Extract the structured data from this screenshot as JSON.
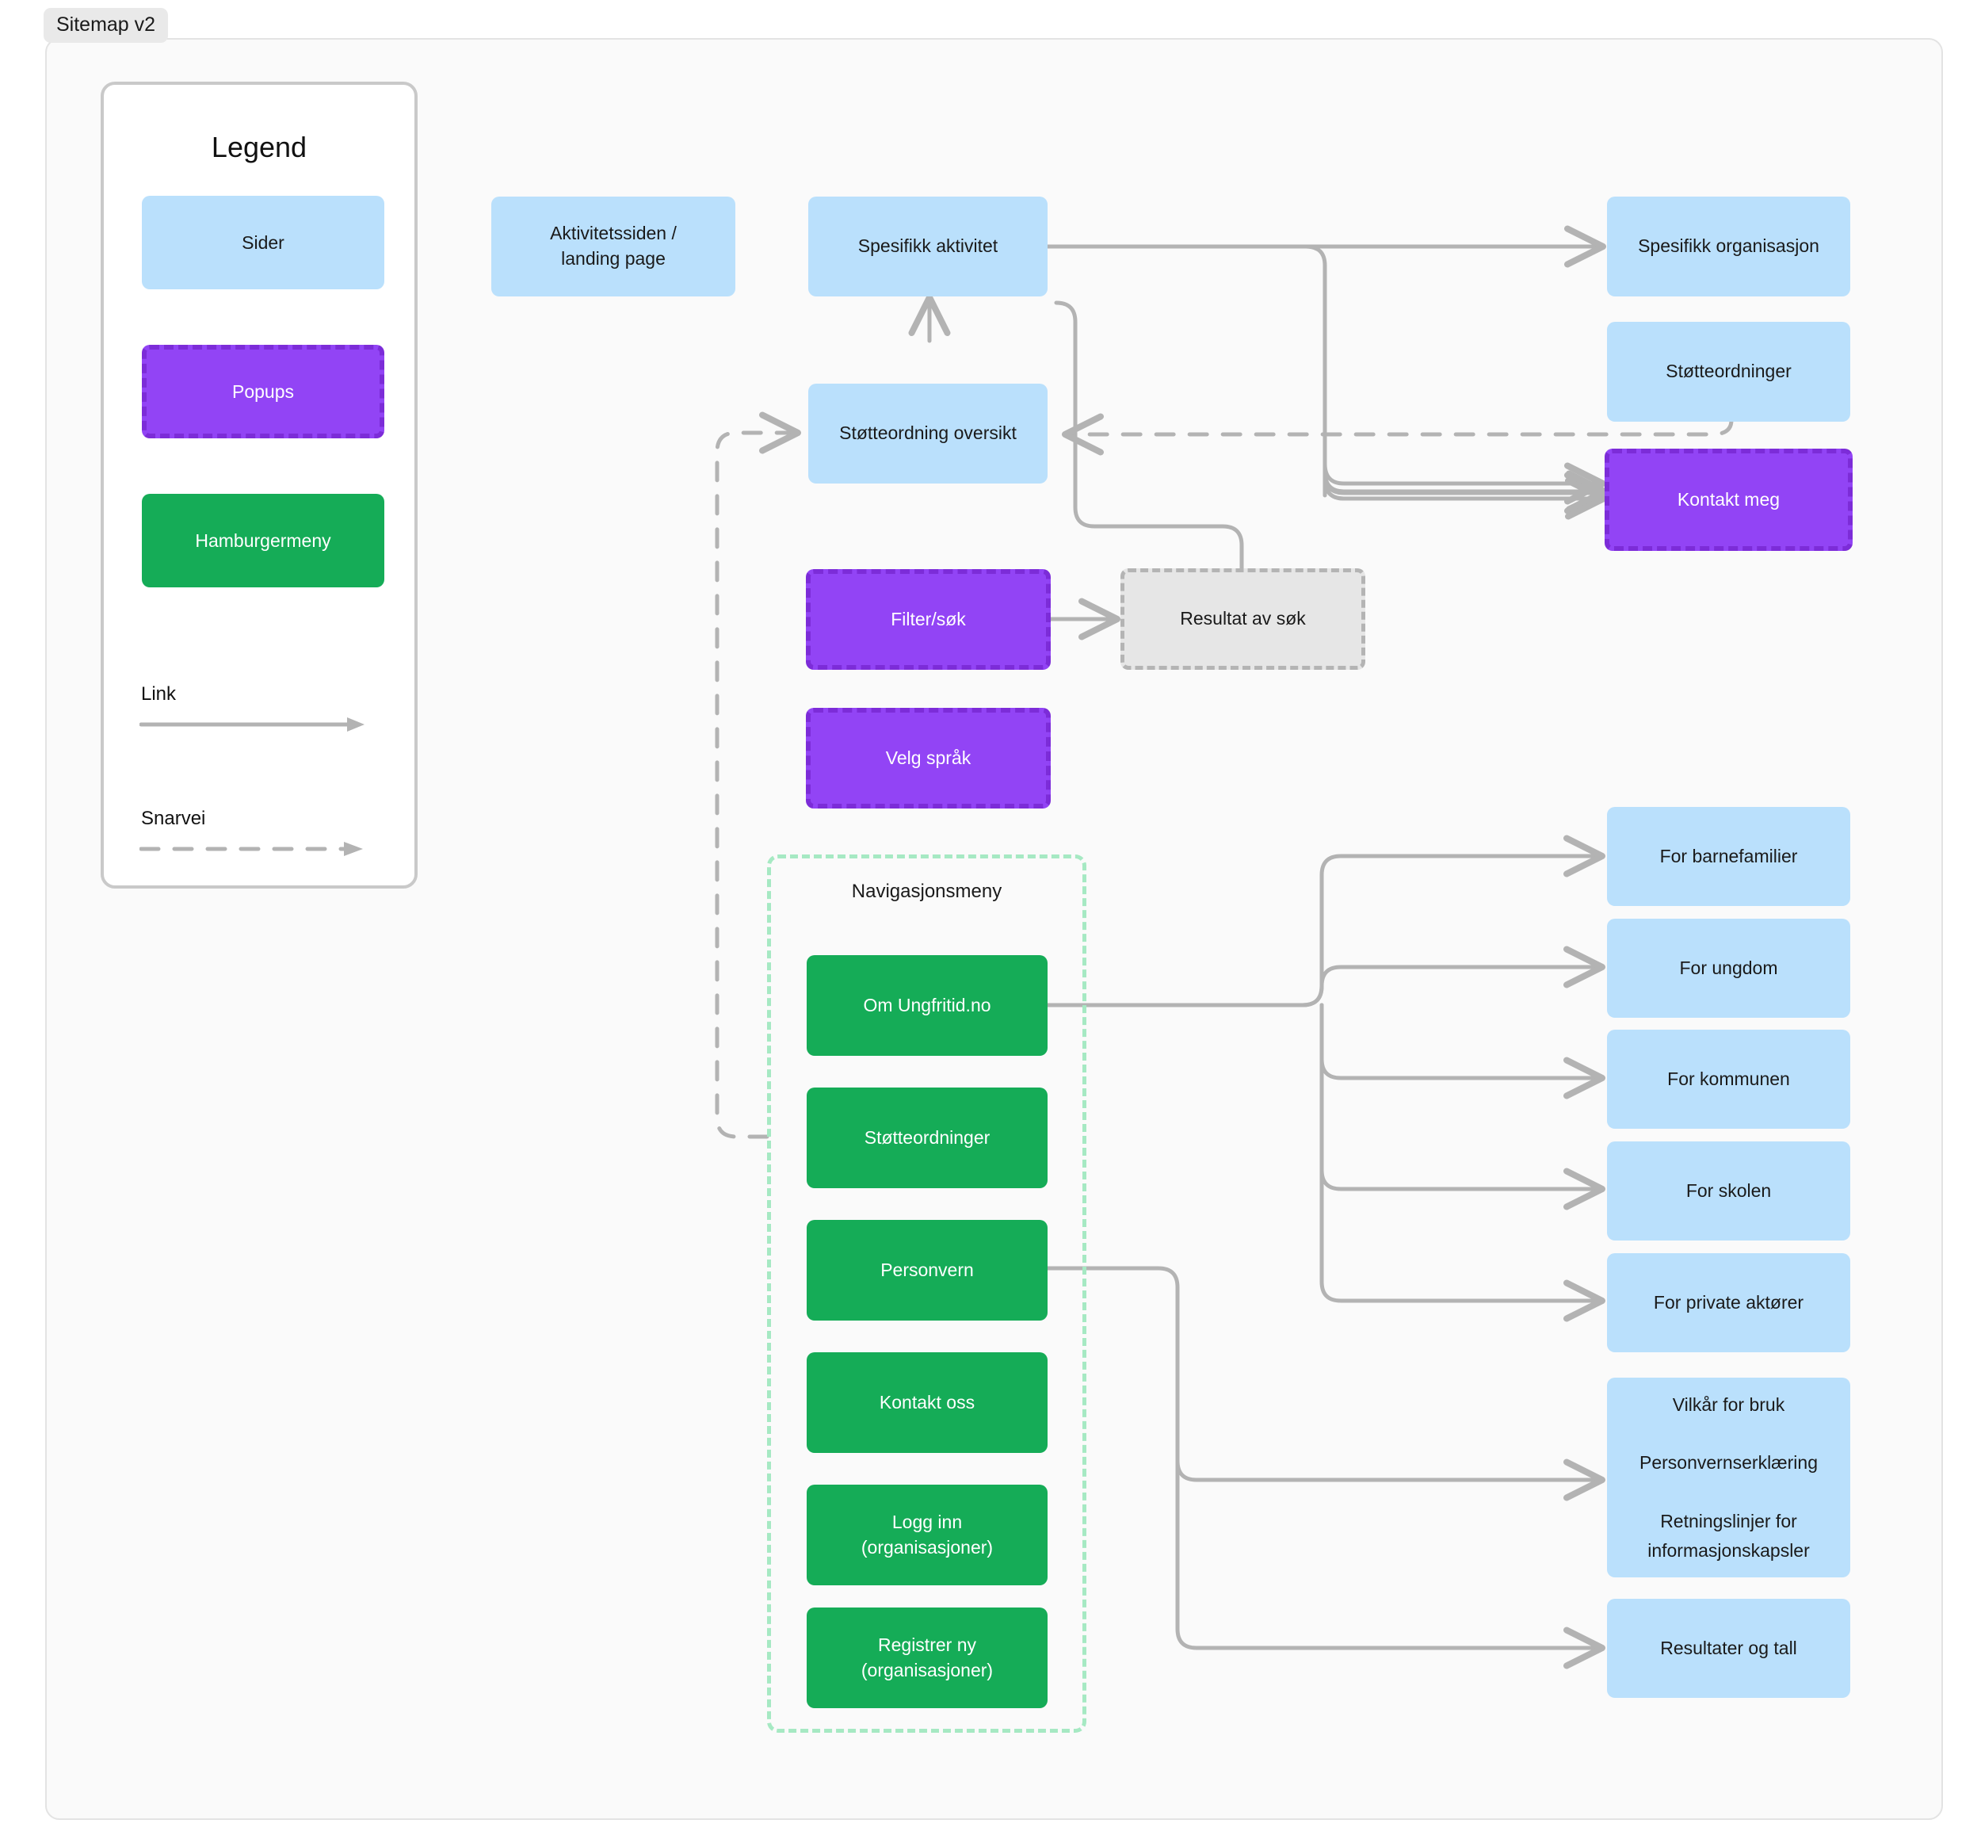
{
  "title_tab": {
    "label": "Sitemap v2"
  },
  "colors": {
    "page_blue": "#bae0fc",
    "popup_purple": "#9244f5",
    "popup_border": "#7c2cd8",
    "menu_green": "#15ac57",
    "nav_group_border": "#a6e9c3",
    "ghost_gray": "#e6e6e6",
    "connector_gray": "#b3b3b3",
    "canvas_bg": "#fafafa"
  },
  "legend": {
    "title": "Legend",
    "swatches": [
      {
        "label": "Sider",
        "type": "page"
      },
      {
        "label": "Popups",
        "type": "popup"
      },
      {
        "label": "Hamburgermeny",
        "type": "green"
      }
    ],
    "lines": [
      {
        "label": "Link",
        "style": "solid-arrow"
      },
      {
        "label": "Snarvei",
        "style": "dashed-arrow"
      }
    ]
  },
  "nodes": {
    "landing": {
      "label": "Aktivitetssiden /\nlanding page",
      "type": "page"
    },
    "spesifikk_aktivitet": {
      "label": "Spesifikk aktivitet",
      "type": "page"
    },
    "stotteordning_oversikt": {
      "label": "Støtteordning oversikt",
      "type": "page"
    },
    "filter_sok": {
      "label": "Filter/søk",
      "type": "popup"
    },
    "velg_sprak": {
      "label": "Velg språk",
      "type": "popup"
    },
    "resultat_av_sok": {
      "label": "Resultat av søk",
      "type": "ghost"
    },
    "spesifikk_organisasjon": {
      "label": "Spesifikk organisasjon",
      "type": "page"
    },
    "stotteordninger_right": {
      "label": "Støtteordninger",
      "type": "page"
    },
    "kontakt_meg": {
      "label": "Kontakt meg",
      "type": "popup"
    },
    "for_barnefamilier": {
      "label": "For barnefamilier",
      "type": "page"
    },
    "for_ungdom": {
      "label": "For ungdom",
      "type": "page"
    },
    "for_kommunen": {
      "label": "For kommunen",
      "type": "page"
    },
    "for_skolen": {
      "label": "For skolen",
      "type": "page"
    },
    "for_private_aktorer": {
      "label": "For private aktører",
      "type": "page"
    },
    "vilkar_block": {
      "label": "Vilkår for bruk\n\nPersonvernserklæring\n\nRetningslinjer for\ninformasjonskapsler",
      "type": "page"
    },
    "resultater_og_tall": {
      "label": "Resultater og tall",
      "type": "page"
    }
  },
  "nav_group": {
    "title": "Navigasjonsmeny",
    "items": [
      {
        "label": "Om Ungfritid.no"
      },
      {
        "label": "Støtteordninger"
      },
      {
        "label": "Personvern"
      },
      {
        "label": "Kontakt oss"
      },
      {
        "label": "Logg inn\n(organisasjoner)"
      },
      {
        "label": "Registrer ny\n(organisasjoner)"
      }
    ]
  },
  "edges": [
    {
      "from": "spesifikk_aktivitet",
      "to": "spesifikk_organisasjon",
      "style": "link"
    },
    {
      "from": "spesifikk_aktivitet",
      "to": "stotteordninger_right",
      "style": "link"
    },
    {
      "from": "spesifikk_aktivitet",
      "to": "kontakt_meg",
      "style": "link"
    },
    {
      "from": "resultat_av_sok",
      "to": "spesifikk_aktivitet",
      "style": "link"
    },
    {
      "from": "filter_sok",
      "to": "resultat_av_sok",
      "style": "link"
    },
    {
      "from": "stotteordninger_right",
      "to": "stotteordning_oversikt",
      "style": "snarvei"
    },
    {
      "from": "nav_stotteordninger",
      "to": "stotteordning_oversikt",
      "style": "snarvei"
    },
    {
      "from": "nav_om_ungfritid",
      "to": "for_barnefamilier",
      "style": "link"
    },
    {
      "from": "nav_om_ungfritid",
      "to": "for_ungdom",
      "style": "link"
    },
    {
      "from": "nav_om_ungfritid",
      "to": "for_kommunen",
      "style": "link"
    },
    {
      "from": "nav_om_ungfritid",
      "to": "for_skolen",
      "style": "link"
    },
    {
      "from": "nav_om_ungfritid",
      "to": "for_private_aktorer",
      "style": "link"
    },
    {
      "from": "nav_personvern",
      "to": "vilkar_block",
      "style": "link"
    },
    {
      "from": "nav_personvern",
      "to": "resultater_og_tall",
      "style": "link"
    }
  ]
}
